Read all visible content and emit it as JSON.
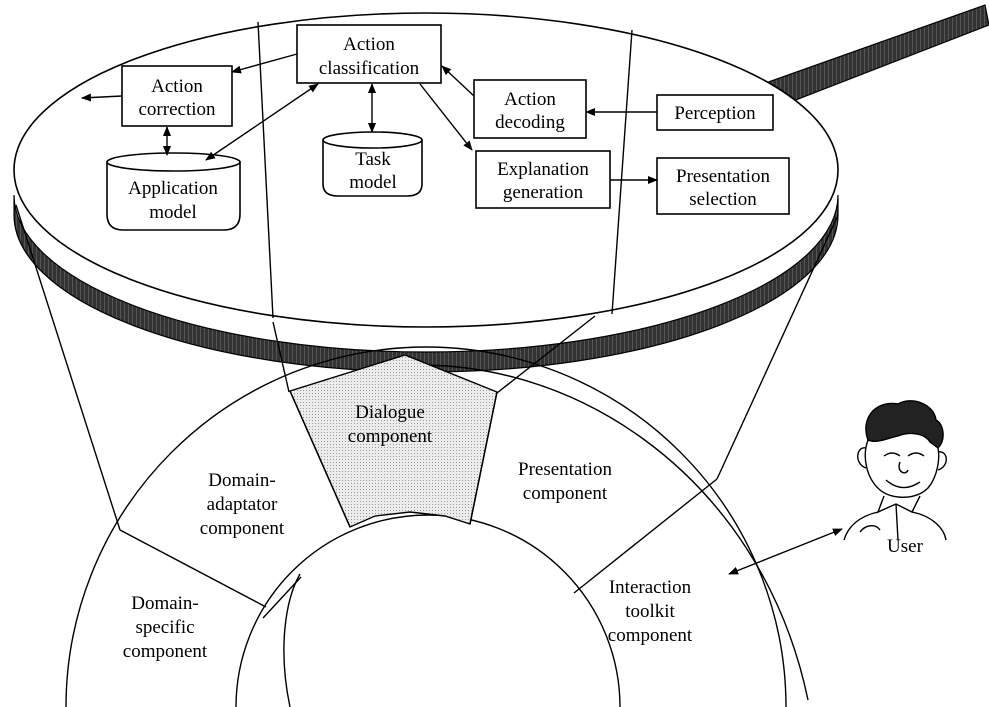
{
  "boxes": {
    "action_classification": [
      "Action",
      "classification"
    ],
    "action_correction": [
      "Action",
      "correction"
    ],
    "action_decoding": [
      "Action",
      "decoding"
    ],
    "perception": [
      "Perception"
    ],
    "explanation_generation": [
      "Explanation",
      "generation"
    ],
    "presentation_selection": [
      "Presentation",
      "selection"
    ]
  },
  "stores": {
    "application_model": [
      "Application",
      "model"
    ],
    "task_model": [
      "Task",
      "model"
    ]
  },
  "components": {
    "dialogue": [
      "Dialogue",
      "component"
    ],
    "domain_adaptator": [
      "Domain-",
      "adaptator",
      "component"
    ],
    "presentation": [
      "Presentation",
      "component"
    ],
    "domain_specific": [
      "Domain-",
      "specific",
      "component"
    ],
    "interaction_toolkit": [
      "Interaction",
      "toolkit",
      "component"
    ]
  },
  "user_label": "User",
  "colors": {
    "handle_dark": "#333333",
    "dialogue_fill": "#e4e4e4"
  }
}
